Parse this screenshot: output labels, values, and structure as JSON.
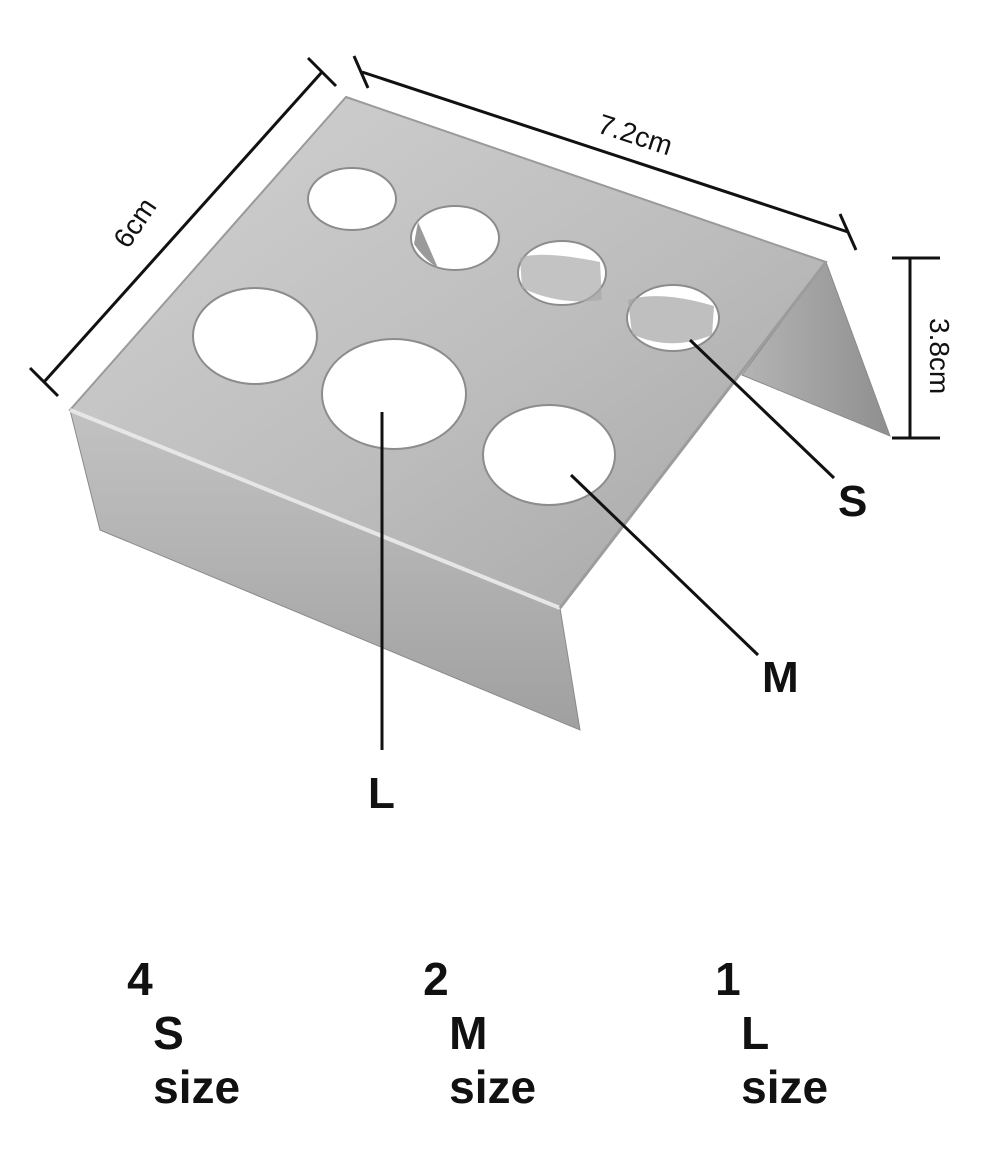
{
  "dimensions": {
    "width_label": "7.2cm",
    "depth_label": "6cm",
    "height_label": "3.8cm"
  },
  "callouts": {
    "small": "S",
    "medium": "M",
    "large": "L"
  },
  "caption": {
    "items": [
      {
        "count": "4",
        "size": "S",
        "word": "size"
      },
      {
        "count": "2",
        "size": "M",
        "word": "size"
      },
      {
        "count": "1",
        "size": "L",
        "word": "size"
      }
    ]
  },
  "colors": {
    "metal_light": "#c9c9c9",
    "metal_mid": "#a9a9a9",
    "metal_dark": "#8e8e8e",
    "line": "#111111",
    "background": "#ffffff"
  },
  "hole_counts": {
    "S": 4,
    "M": 2,
    "L": 1
  }
}
